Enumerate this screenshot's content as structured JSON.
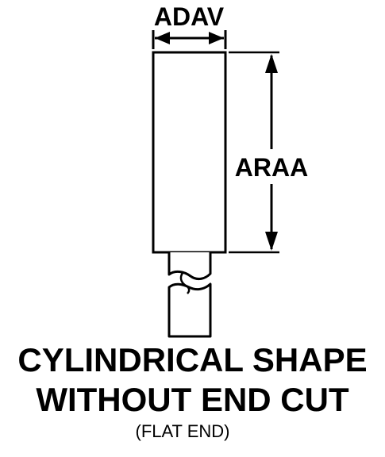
{
  "dimensions": {
    "width_code": "ADAV",
    "length_code": "ARAA"
  },
  "caption": {
    "line1": "CYLINDRICAL SHAPE",
    "line2": "WITHOUT END CUT",
    "line3": "(FLAT END)"
  },
  "colors": {
    "ink": "#000000",
    "background": "#ffffff"
  }
}
